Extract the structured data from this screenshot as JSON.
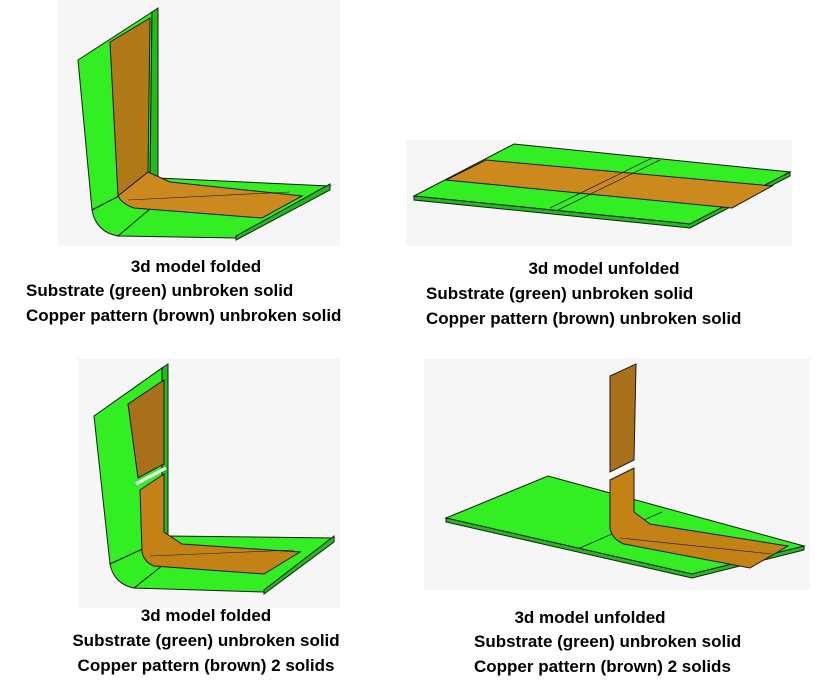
{
  "panels": [
    {
      "caption": {
        "title": "3d model folded",
        "substrate": "Substrate (green) unbroken solid",
        "copper": "Copper pattern (brown) unbroken solid"
      }
    },
    {
      "caption": {
        "title": "3d model unfolded",
        "substrate": "Substrate (green) unbroken solid",
        "copper": "Copper pattern (brown) unbroken solid"
      }
    },
    {
      "caption": {
        "title": "3d model folded",
        "substrate": "Substrate (green) unbroken solid",
        "copper": "Copper pattern (brown) 2 solids"
      }
    },
    {
      "caption": {
        "title": "3d model unfolded",
        "substrate": "Substrate (green) unbroken solid",
        "copper": "Copper pattern (brown) 2 solids"
      }
    }
  ],
  "colors": {
    "substrate": "#33ee22",
    "substrate_dark": "#22aa18",
    "copper": "#c8861c",
    "copper_dark": "#a06a12",
    "edge": "#1a1a1a"
  }
}
